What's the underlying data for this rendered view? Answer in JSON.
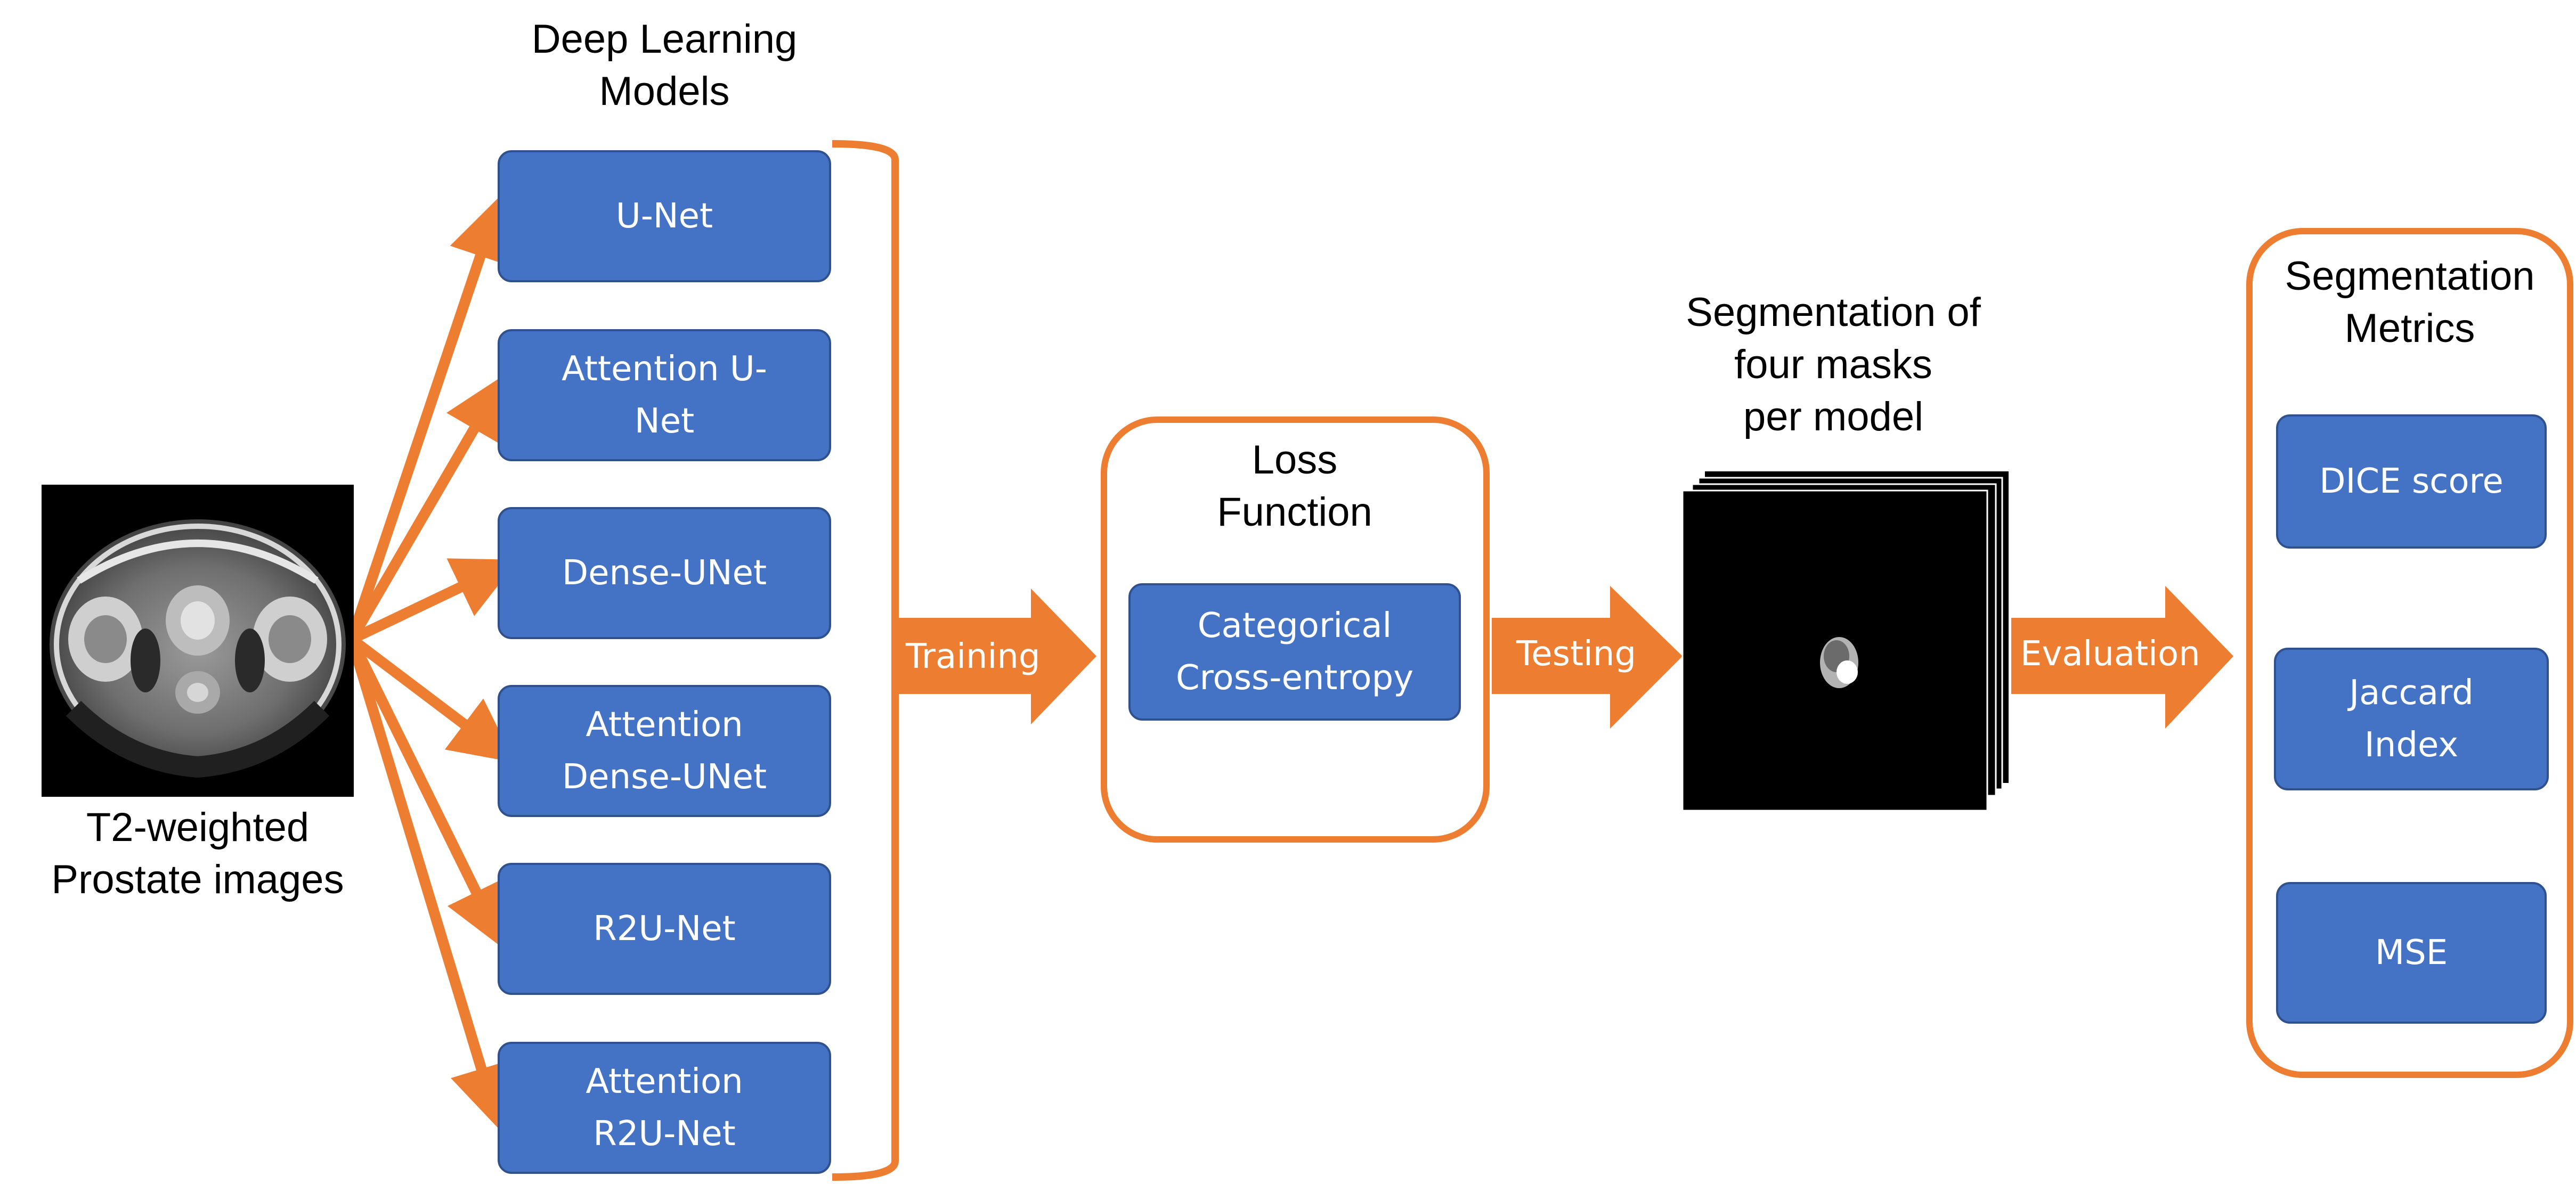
{
  "input": {
    "caption": "T2-weighted\nProstate images"
  },
  "models": {
    "heading": "Deep Learning\nModels",
    "items": [
      {
        "label": "U-Net"
      },
      {
        "label": "Attention U-\nNet"
      },
      {
        "label": "Dense-UNet"
      },
      {
        "label": "Attention\nDense-UNet"
      },
      {
        "label": "R2U-Net"
      },
      {
        "label": "Attention\nR2U-Net"
      }
    ]
  },
  "flow": {
    "training_label": "Training",
    "testing_label": "Testing",
    "evaluation_label": "Evaluation"
  },
  "loss": {
    "heading": "Loss\nFunction",
    "item": "Categorical\nCross-entropy"
  },
  "segmentation": {
    "heading": "Segmentation of\nfour masks\nper model"
  },
  "metrics": {
    "heading": "Segmentation\nMetrics",
    "items": [
      {
        "label": "DICE score"
      },
      {
        "label": "Jaccard\nIndex"
      },
      {
        "label": "MSE"
      }
    ]
  },
  "colors": {
    "box_fill": "#4472c4",
    "box_border": "#2f528f",
    "accent_orange": "#ed7d31",
    "mask_background": "#000000"
  }
}
